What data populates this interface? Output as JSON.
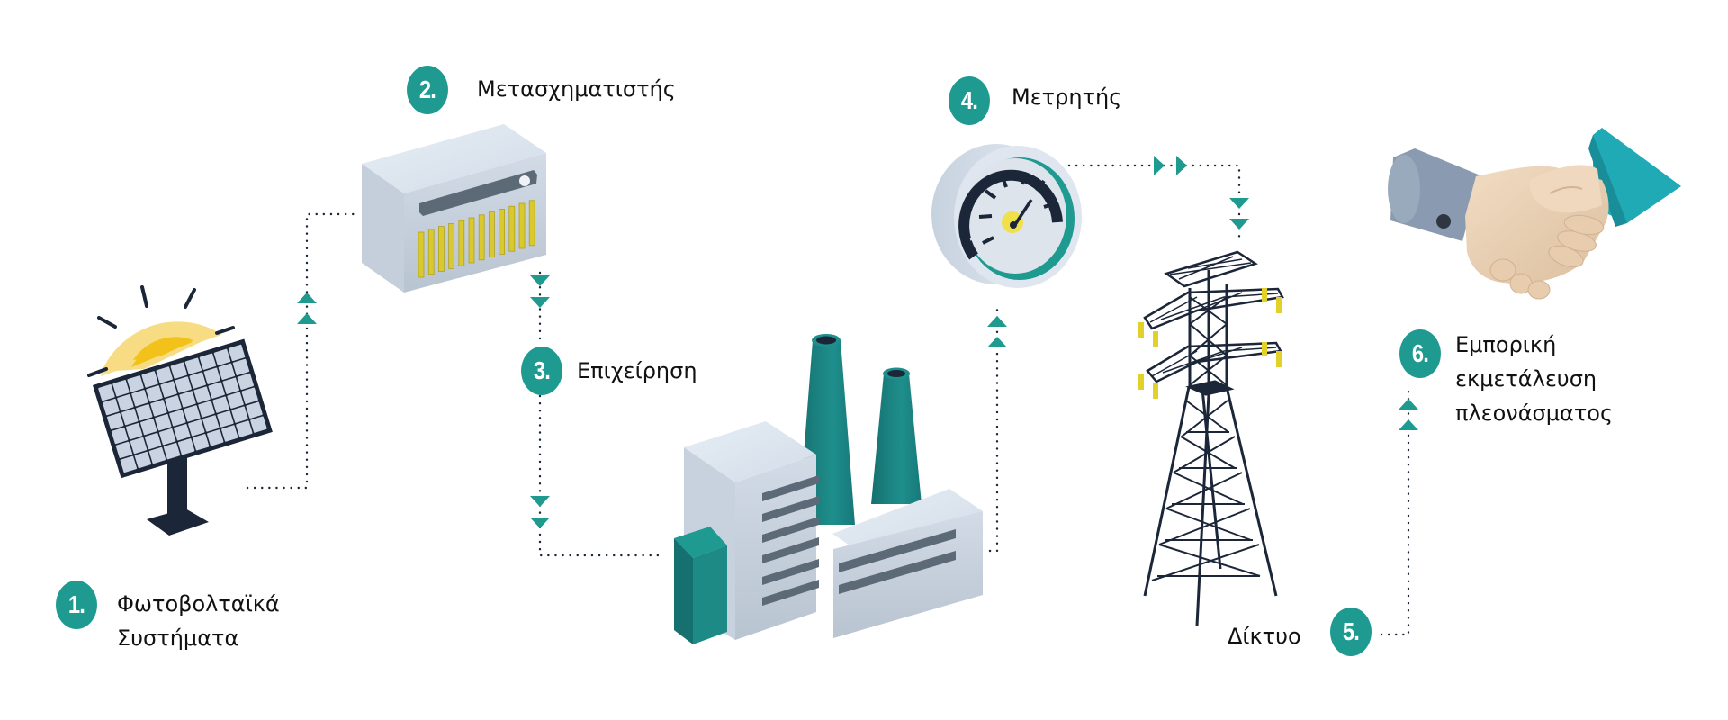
{
  "colors": {
    "teal": "#1e9a91",
    "teal_dark": "#16706f",
    "navy": "#1b2638",
    "sun_outer": "#f7dc84",
    "sun_inner": "#f2c21b",
    "panel_cell": "#c9d3e1",
    "box_light": "#dfe7f0",
    "box_mid": "#c3ccd7",
    "vent_yellow": "#d9c92e",
    "skin": "#ecd2b4",
    "sleeve_grey": "#8a9bb1"
  },
  "steps": [
    {
      "number": "1.",
      "lines": [
        "Φωτοβολταϊκά",
        "Συστήματα"
      ],
      "icon": "solar-panel-icon"
    },
    {
      "number": "2.",
      "lines": [
        "Μετασχηματιστής"
      ],
      "icon": "inverter-icon"
    },
    {
      "number": "3.",
      "lines": [
        "Επιχείρηση"
      ],
      "icon": "factory-icon"
    },
    {
      "number": "4.",
      "lines": [
        "Μετρητής"
      ],
      "icon": "meter-icon"
    },
    {
      "number": "5.",
      "lines": [
        "Δίκτυο"
      ],
      "icon": "power-tower-icon"
    },
    {
      "number": "6.",
      "lines": [
        "Εμπορική",
        "εκμετάλευση",
        "πλεονάσματος"
      ],
      "icon": "handshake-icon"
    }
  ]
}
